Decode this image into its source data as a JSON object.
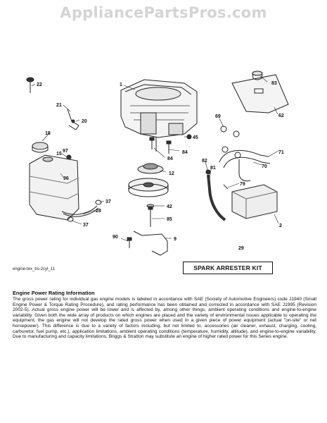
{
  "watermark": "AppliancePartsPros.com",
  "callouts": {
    "c1": "1",
    "c2": "2",
    "c9": "9",
    "c12": "12",
    "c15": "15",
    "c18": "18",
    "c20": "20",
    "c21": "21",
    "c22": "22",
    "c28": "28",
    "c37a": "37",
    "c37b": "37",
    "c42": "42",
    "c45": "45",
    "c62": "62",
    "c69": "69",
    "c70": "70",
    "c71": "71",
    "c79": "79",
    "c81": "81",
    "c82": "82",
    "c83": "83",
    "c84a": "84",
    "c84b": "84",
    "c85": "85",
    "c90": "90",
    "c96": "96",
    "c97": "97"
  },
  "kit": {
    "number": "29",
    "label": "SPARK ARRESTER KIT"
  },
  "caption": "engine-tex_bs-2cyl_11",
  "notice": {
    "title": "Engine Power Rating Information",
    "body": "The gross power rating for individual gas engine models is labeled in accordance with SAE (Society of Automotive Engineers) code J1940 (Small Engine Power & Torque Rating Procedure), and rating performance has been obtained and corrected in accordance with SAE J1995 (Revision 2002-5). Actual gross engine power will be lower and is affected by, among other things, ambient operating conditions and engine-to-engine variability. Given both the wide array of products on which engines are placed and the variety of environmental issues applicable to operating the equipment, the gas engine will not develop the rated gross power when used in a given piece of power equipment (actual \"on-site\" or net horsepower). This difference is due to a variety of factors including, but not limited to, accessories (air cleaner, exhaust, charging, cooling, carburetor, fuel pump, etc.), application limitations, ambient operating conditions (temperature, humidity, altitude), and engine-to-engine variability. Due to manufacturing and capacity limitations, Briggs & Stratton may substitute an engine of higher rated power for this Series engine."
  }
}
